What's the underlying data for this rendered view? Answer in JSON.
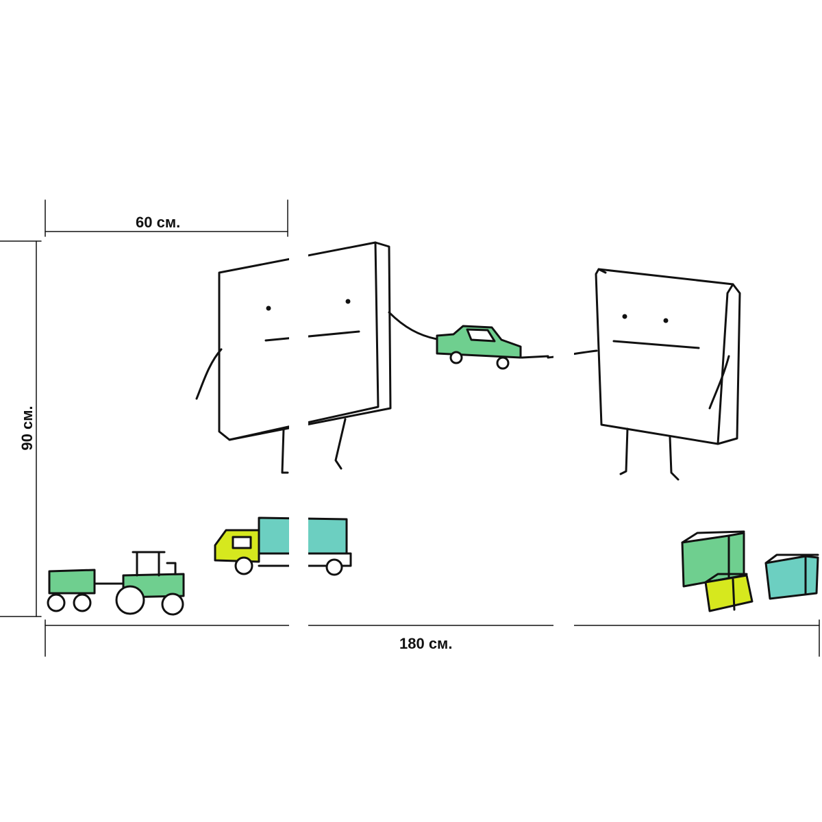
{
  "dimensions": {
    "panel_width": "60 см.",
    "total_width": "180 см.",
    "height": "90 см."
  },
  "colors": {
    "green": "#6fcf8f",
    "teal": "#6ccfc1",
    "lime": "#d6e81e",
    "ink": "#111111",
    "gap": "#ffffff"
  },
  "panels": {
    "count": 3
  }
}
